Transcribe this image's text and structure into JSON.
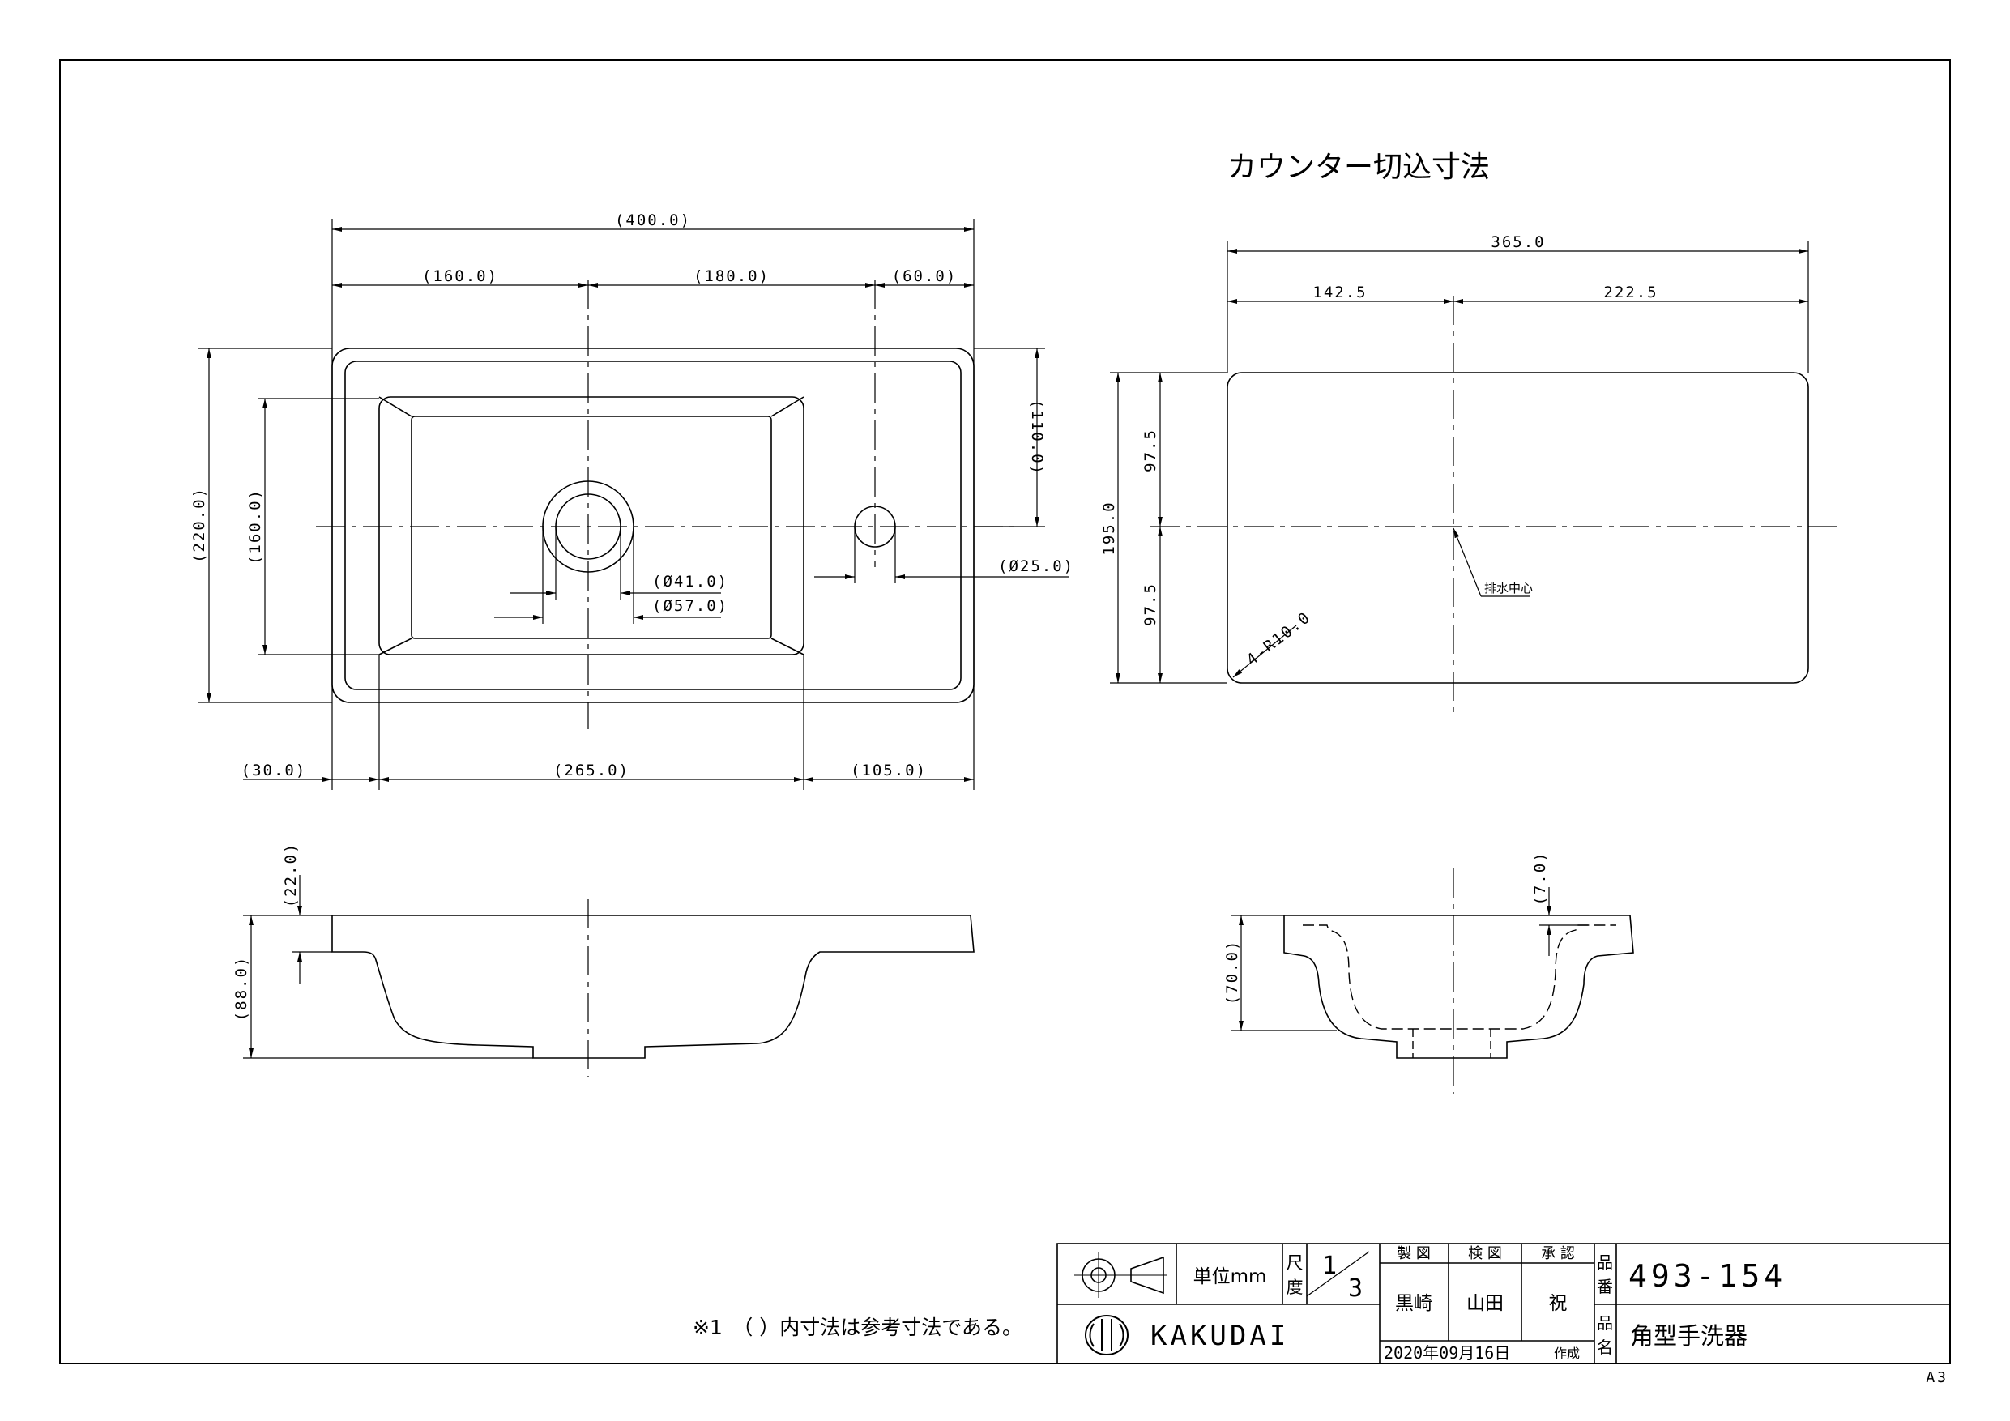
{
  "cutout": {
    "title": "カウンター切込寸法",
    "w_total": "365.0",
    "w_left": "142.5",
    "w_right": "222.5",
    "h_total": "195.0",
    "h_top": "97.5",
    "h_bottom": "97.5",
    "radius": "4-R10.0",
    "drain_center": "排水中心"
  },
  "plan": {
    "w_total": "(400.0)",
    "w_160": "(160.0)",
    "w_180": "(180.0)",
    "w_60": "(60.0)",
    "h_total": "(220.0)",
    "h_inner": "(160.0)",
    "h_110": "(110.0)",
    "d41": "(Ø41.0)",
    "d57": "(Ø57.0)",
    "d25": "(Ø25.0)",
    "b30": "(30.0)",
    "b265": "(265.0)",
    "b105": "(105.0)"
  },
  "side": {
    "t22": "(22.0)",
    "h88": "(88.0)",
    "t7": "(7.0)",
    "h70": "(70.0)"
  },
  "title_block": {
    "unit_label": "単位mm",
    "scale_label_1": "尺",
    "scale_label_2": "度",
    "scale_num": "1",
    "scale_den": "3",
    "drawn_h": "製 図",
    "checked_h": "検 図",
    "approved_h": "承 認",
    "drawn": "黒崎",
    "checked": "山田",
    "approved": "祝",
    "part_no_label_1": "品",
    "part_no_label_2": "番",
    "part_no": "493-154",
    "name_label_1": "品",
    "name_label_2": "名",
    "name": "角型手洗器",
    "logo": "KAKUDAI",
    "date": "2020年09月16日",
    "created": "作成"
  },
  "note": "※1　（ ）内寸法は参考寸法である。",
  "sheet_size": "A3"
}
